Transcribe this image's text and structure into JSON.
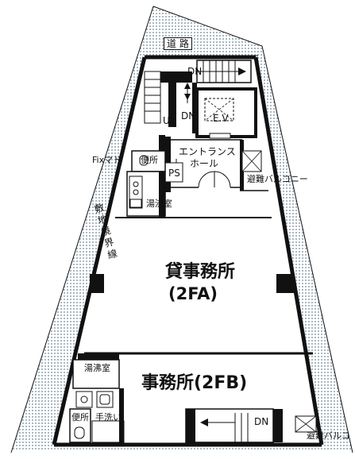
{
  "colors": {
    "wall": "#111111",
    "dot_fill": "#dfe8ee",
    "paper": "#ffffff"
  },
  "labels": {
    "road": "道 路",
    "dn_top": "DN",
    "up": "UP",
    "dn_mid": "DN",
    "ev": "E.V",
    "entrance": "エントランス",
    "hall": "ホール",
    "ps": "PS",
    "fix_window": "Fixマド",
    "toilet_top": "便所",
    "kitchen_top": "湯沸室",
    "balcony_top": "避難バルコニー",
    "boundary": "敷地境界線",
    "office_2fa_name": "貸事務所",
    "office_2fa_unit": "(2FA)",
    "office_2fb": "事務所(2FB)",
    "kitchen_bottom": "湯沸室",
    "toilet_bottom": "便所",
    "washbasin": "手洗い",
    "dn_bottom": "DN",
    "balcony_bottom": "避難バルコ"
  },
  "icons": {
    "arrow": "arrow-icon",
    "stairs": "stairs-icon",
    "toilet": "toilet-icon",
    "sink": "sink-icon",
    "door": "door-swing-icon"
  }
}
